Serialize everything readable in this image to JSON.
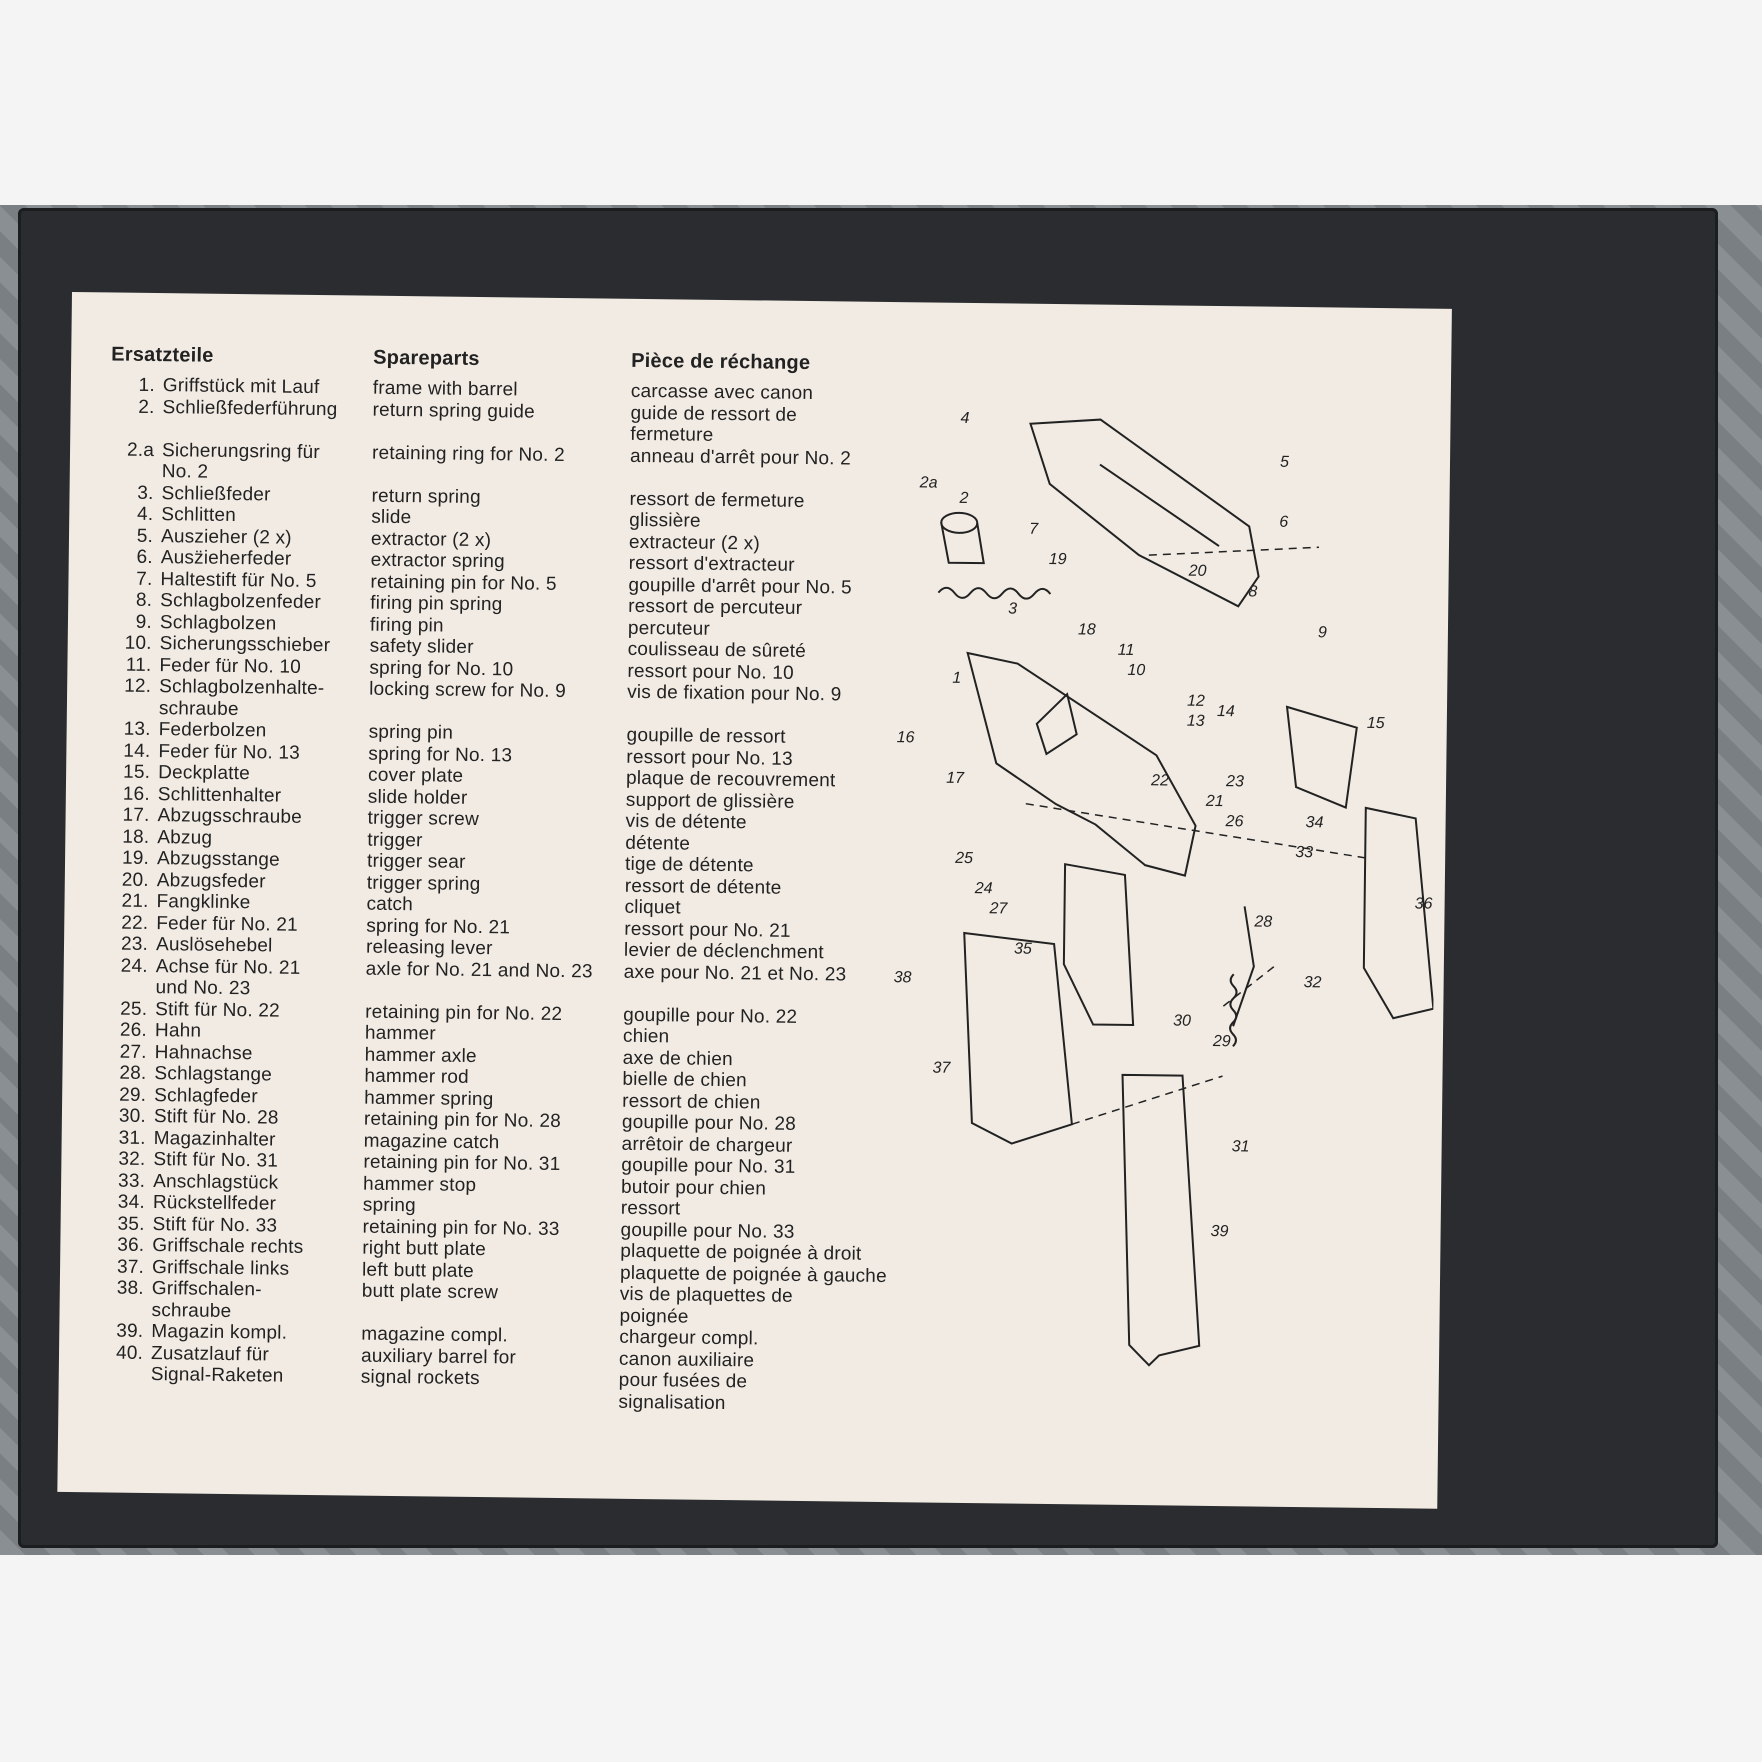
{
  "headers": {
    "de": "Ersatzteile",
    "en": "Spareparts",
    "fr": "Pièce de réchange"
  },
  "rows": [
    {
      "num": "1.",
      "de": [
        "Griffstück mit Lauf"
      ],
      "en": [
        "frame with barrel"
      ],
      "fr": [
        "carcasse avec canon"
      ]
    },
    {
      "num": "2.",
      "de": [
        "Schließfederführung"
      ],
      "en": [
        "return spring guide"
      ],
      "fr": [
        "guide de ressort de",
        "fermeture"
      ]
    },
    {
      "num": "2.a",
      "de": [
        "Sicherungsring für",
        "No. 2"
      ],
      "en": [
        "retaining ring for No. 2"
      ],
      "fr": [
        "anneau d'arrêt pour No. 2"
      ]
    },
    {
      "num": "3.",
      "de": [
        "Schließfeder"
      ],
      "en": [
        "return spring"
      ],
      "fr": [
        "ressort de fermeture"
      ]
    },
    {
      "num": "4.",
      "de": [
        "Schlitten"
      ],
      "en": [
        "slide"
      ],
      "fr": [
        "glissière"
      ]
    },
    {
      "num": "5.",
      "de": [
        "Auszieher (2 x)"
      ],
      "en": [
        "extractor (2 x)"
      ],
      "fr": [
        "extracteur (2 x)"
      ]
    },
    {
      "num": "6.",
      "de": [
        "Ausz̈ieherfeder"
      ],
      "en": [
        "extractor spring"
      ],
      "fr": [
        "ressort d'extracteur"
      ]
    },
    {
      "num": "7.",
      "de": [
        "Haltestift für No. 5"
      ],
      "en": [
        "retaining pin for No. 5"
      ],
      "fr": [
        "goupille d'arrêt pour No. 5"
      ]
    },
    {
      "num": "8.",
      "de": [
        "Schlagbolzenfeder"
      ],
      "en": [
        "firing pin spring"
      ],
      "fr": [
        "ressort de percuteur"
      ]
    },
    {
      "num": "9.",
      "de": [
        "Schlagbolzen"
      ],
      "en": [
        "firing pin"
      ],
      "fr": [
        "percuteur"
      ]
    },
    {
      "num": "10.",
      "de": [
        "Sicherungsschieber"
      ],
      "en": [
        "safety slider"
      ],
      "fr": [
        "coulisseau de sûreté"
      ]
    },
    {
      "num": "11.",
      "de": [
        "Feder für No. 10"
      ],
      "en": [
        "spring for No. 10"
      ],
      "fr": [
        "ressort pour No. 10"
      ]
    },
    {
      "num": "12.",
      "de": [
        "Schlagbolzenhalte-",
        "schraube"
      ],
      "en": [
        "locking screw for No. 9"
      ],
      "fr": [
        "vis de fixation pour No. 9"
      ]
    },
    {
      "num": "13.",
      "de": [
        "Federbolzen"
      ],
      "en": [
        "spring pin"
      ],
      "fr": [
        "goupille de ressort"
      ]
    },
    {
      "num": "14.",
      "de": [
        "Feder für No. 13"
      ],
      "en": [
        "spring for No. 13"
      ],
      "fr": [
        "ressort pour No. 13"
      ]
    },
    {
      "num": "15.",
      "de": [
        "Deckplatte"
      ],
      "en": [
        "cover plate"
      ],
      "fr": [
        "plaque de recouvrement"
      ]
    },
    {
      "num": "16.",
      "de": [
        "Schlittenhalter"
      ],
      "en": [
        "slide holder"
      ],
      "fr": [
        "support de glissière"
      ]
    },
    {
      "num": "17.",
      "de": [
        "Abzugsschraube"
      ],
      "en": [
        "trigger screw"
      ],
      "fr": [
        "vis de détente"
      ]
    },
    {
      "num": "18.",
      "de": [
        "Abzug"
      ],
      "en": [
        "trigger"
      ],
      "fr": [
        "détente"
      ]
    },
    {
      "num": "19.",
      "de": [
        "Abzugsstange"
      ],
      "en": [
        "trigger sear"
      ],
      "fr": [
        "tige de détente"
      ]
    },
    {
      "num": "20.",
      "de": [
        "Abzugsfeder"
      ],
      "en": [
        "trigger spring"
      ],
      "fr": [
        "ressort de détente"
      ]
    },
    {
      "num": "21.",
      "de": [
        "Fangklinke"
      ],
      "en": [
        "catch"
      ],
      "fr": [
        "cliquet"
      ]
    },
    {
      "num": "22.",
      "de": [
        "Feder für No. 21"
      ],
      "en": [
        "spring for No. 21"
      ],
      "fr": [
        "ressort pour No. 21"
      ]
    },
    {
      "num": "23.",
      "de": [
        "Auslösehebel"
      ],
      "en": [
        "releasing lever"
      ],
      "fr": [
        "levier de déclenchment"
      ]
    },
    {
      "num": "24.",
      "de": [
        "Achse für No. 21",
        "und No. 23"
      ],
      "en": [
        "axle for No. 21 and No. 23"
      ],
      "fr": [
        "axe pour No. 21 et No. 23"
      ]
    },
    {
      "num": "25.",
      "de": [
        "Stift für No. 22"
      ],
      "en": [
        "retaining pin for No. 22"
      ],
      "fr": [
        "goupille pour No. 22"
      ]
    },
    {
      "num": "26.",
      "de": [
        "Hahn"
      ],
      "en": [
        "hammer"
      ],
      "fr": [
        "chien"
      ]
    },
    {
      "num": "27.",
      "de": [
        "Hahnachse"
      ],
      "en": [
        "hammer axle"
      ],
      "fr": [
        "axe de chien"
      ]
    },
    {
      "num": "28.",
      "de": [
        "Schlagstange"
      ],
      "en": [
        "hammer rod"
      ],
      "fr": [
        "bielle de chien"
      ]
    },
    {
      "num": "29.",
      "de": [
        "Schlagfeder"
      ],
      "en": [
        "hammer spring"
      ],
      "fr": [
        "ressort de chien"
      ]
    },
    {
      "num": "30.",
      "de": [
        "Stift für No. 28"
      ],
      "en": [
        "retaining pin for No. 28"
      ],
      "fr": [
        "goupille pour No. 28"
      ]
    },
    {
      "num": "31.",
      "de": [
        "Magazinhalter"
      ],
      "en": [
        "magazine catch"
      ],
      "fr": [
        "arrêtoir de chargeur"
      ]
    },
    {
      "num": "32.",
      "de": [
        "Stift für No. 31"
      ],
      "en": [
        "retaining pin for No. 31"
      ],
      "fr": [
        "goupille pour No. 31"
      ]
    },
    {
      "num": "33.",
      "de": [
        "Anschlagstück"
      ],
      "en": [
        "hammer stop"
      ],
      "fr": [
        "butoir pour chien"
      ]
    },
    {
      "num": "34.",
      "de": [
        "Rückstellfeder"
      ],
      "en": [
        "spring"
      ],
      "fr": [
        "ressort"
      ]
    },
    {
      "num": "35.",
      "de": [
        "Stift für No. 33"
      ],
      "en": [
        "retaining pin for No. 33"
      ],
      "fr": [
        "goupille pour No. 33"
      ]
    },
    {
      "num": "36.",
      "de": [
        "Griffschale rechts"
      ],
      "en": [
        "right butt plate"
      ],
      "fr": [
        "plaquette de poignée à droit"
      ]
    },
    {
      "num": "37.",
      "de": [
        "Griffschale links"
      ],
      "en": [
        "left butt plate"
      ],
      "fr": [
        "plaquette de poignée à gauche"
      ]
    },
    {
      "num": "38.",
      "de": [
        "Griffschalen-",
        "schraube"
      ],
      "en": [
        "butt plate screw"
      ],
      "fr": [
        "vis de plaquettes de",
        "poignée"
      ]
    },
    {
      "num": "39.",
      "de": [
        "Magazin kompl."
      ],
      "en": [
        "magazine compl."
      ],
      "fr": [
        "chargeur compl."
      ]
    },
    {
      "num": "40.",
      "de": [
        "Zusatzlauf für",
        "Signal-Raketen"
      ],
      "en": [
        "auxiliary barrel for",
        "signal rockets"
      ],
      "fr": [
        "canon auxiliaire",
        "pour fusées de",
        "signalisation"
      ]
    }
  ],
  "diagram_labels": [
    "1",
    "2",
    "2a",
    "3",
    "4",
    "5",
    "6",
    "7",
    "8",
    "9",
    "10",
    "11",
    "12",
    "13",
    "14",
    "15",
    "16",
    "17",
    "18",
    "19",
    "20",
    "21",
    "22",
    "23",
    "25",
    "24",
    "26",
    "27",
    "28",
    "29",
    "30",
    "31",
    "32",
    "33",
    "34",
    "35",
    "36",
    "37",
    "38",
    "39"
  ],
  "colors": {
    "paper": "#f1ebe3",
    "ink": "#222222",
    "case": "#2a2c2f"
  }
}
